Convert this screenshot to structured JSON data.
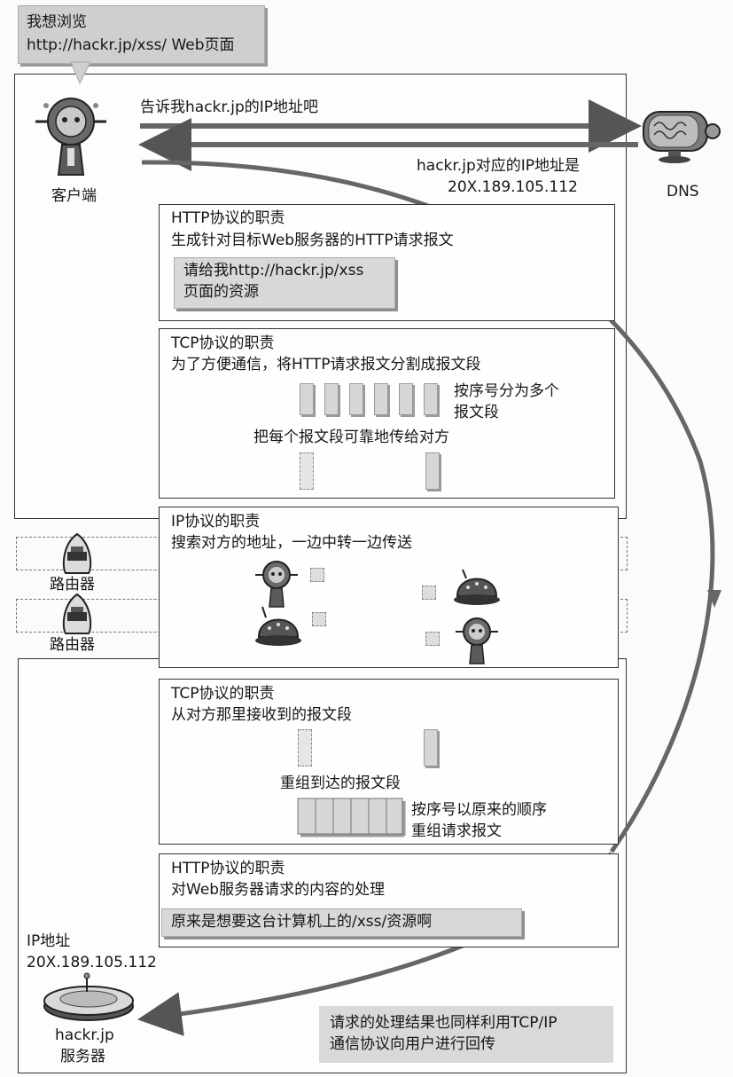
{
  "bubble": {
    "line1": "我想浏览",
    "line2": "http://hackr.jp/xss/ Web页面"
  },
  "client": {
    "label": "客户端"
  },
  "dns": {
    "label": "DNS",
    "query": "告诉我hackr.jp的IP地址吧",
    "reply_line1": "hackr.jp对应的IP地址是",
    "reply_line2": "20X.189.105.112"
  },
  "http_client": {
    "title": "HTTP协议的职责",
    "desc": "生成针对目标Web服务器的HTTP请求报文",
    "msg_line1": "请给我http://hackr.jp/xss",
    "msg_line2": "页面的资源"
  },
  "tcp_client": {
    "title": "TCP协议的职责",
    "desc": "为了方便通信，将HTTP请求报文分割成报文段",
    "seg_note_line1": "按序号分为多个",
    "seg_note_line2": "报文段",
    "send_note": "把每个报文段可靠地传给对方"
  },
  "ip": {
    "title": "IP协议的职责",
    "desc": "搜索对方的地址，一边中转一边传送"
  },
  "routers": [
    {
      "label": "路由器"
    },
    {
      "label": "路由器"
    }
  ],
  "tcp_server": {
    "title": "TCP协议的职责",
    "desc": "从对方那里接收到的报文段",
    "reassemble": "重组到达的报文段",
    "order_note_line1": "按序号以原来的顺序",
    "order_note_line2": "重组请求报文"
  },
  "http_server": {
    "title": "HTTP协议的职责",
    "desc": "对Web服务器请求的内容的处理",
    "msg": "原来是想要这台计算机上的/xss/资源啊"
  },
  "server": {
    "ip_label": "IP地址",
    "ip_value": "20X.189.105.112",
    "name_line1": "hackr.jp",
    "name_line2": "服务器"
  },
  "result": {
    "line1": "请求的处理结果也同样利用TCP/IP",
    "line2": "通信协议向用户进行回传"
  },
  "colors": {
    "arrow": "#555555",
    "panel_gray": "#d8d8d8"
  }
}
